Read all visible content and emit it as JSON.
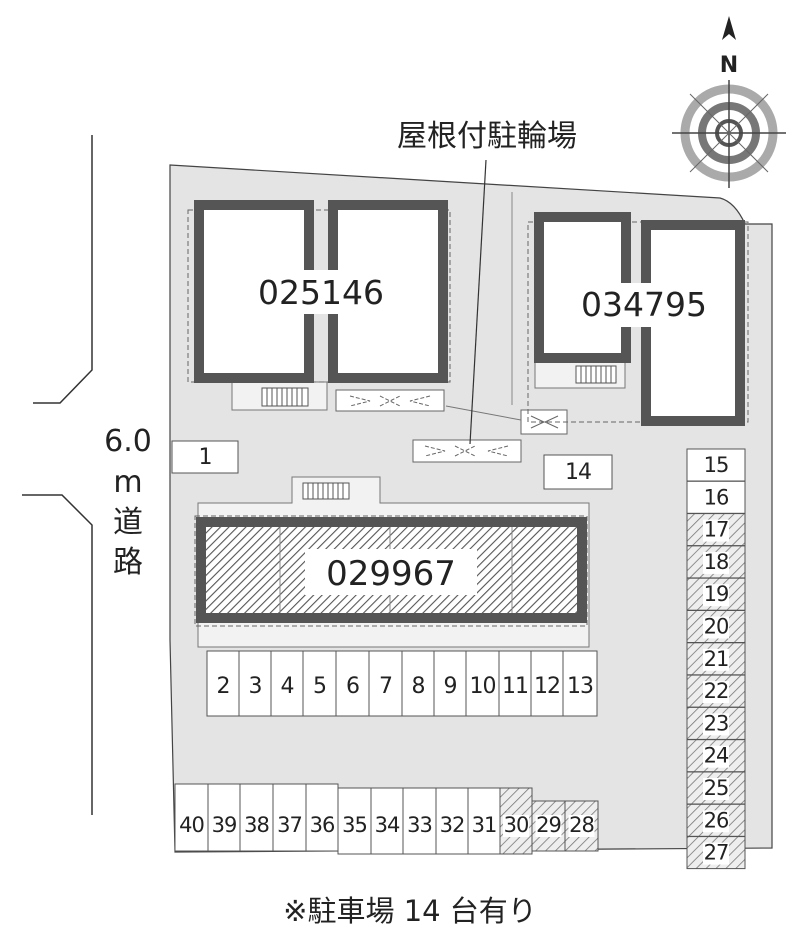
{
  "compass": {
    "north_label": "N"
  },
  "road": {
    "width_label": "6.0",
    "unit": "m",
    "kanji_1": "道",
    "kanji_2": "路"
  },
  "bike_shelter_label": "屋根付駐輪場",
  "buildings": [
    "025146",
    "034795",
    "029967"
  ],
  "spaces": {
    "s1": "1",
    "s2": "2",
    "s3": "3",
    "s4": "4",
    "s5": "5",
    "s6": "6",
    "s7": "7",
    "s8": "8",
    "s9": "9",
    "s10": "10",
    "s11": "11",
    "s12": "12",
    "s13": "13",
    "s14": "14",
    "s15": "15",
    "s16": "16",
    "s17": "17",
    "s18": "18",
    "s19": "19",
    "s20": "20",
    "s21": "21",
    "s22": "22",
    "s23": "23",
    "s24": "24",
    "s25": "25",
    "s26": "26",
    "s27": "27",
    "s28": "28",
    "s29": "29",
    "s30": "30",
    "s31": "31",
    "s32": "32",
    "s33": "33",
    "s34": "34",
    "s35": "35",
    "s36": "36",
    "s37": "37",
    "s38": "38",
    "s39": "39",
    "s40": "40"
  },
  "footer_note": "※駐車場 14 台有り"
}
